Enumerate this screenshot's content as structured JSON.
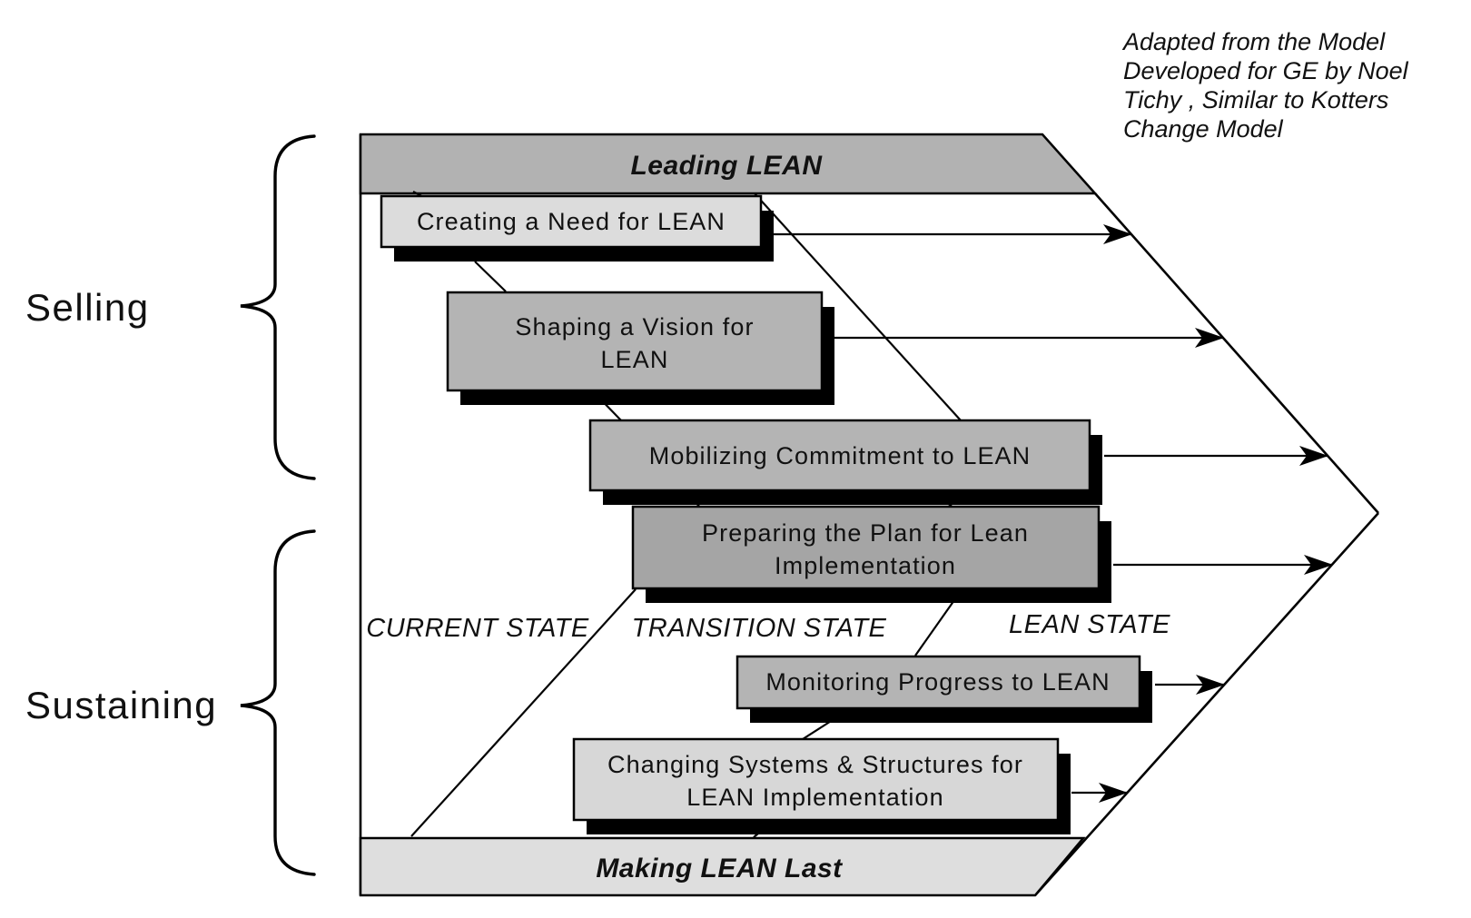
{
  "title_note": {
    "lines": [
      "Adapted from the Model",
      "Developed for GE by Noel",
      "Tichy , Similar to Kotters",
      "Change Model"
    ]
  },
  "header_bar": {
    "label": "Leading LEAN"
  },
  "footer_bar": {
    "label": "Making LEAN Last"
  },
  "side_groups": {
    "selling": "Selling",
    "sustaining": "Sustaining"
  },
  "state_labels": {
    "current": "CURRENT STATE",
    "transition": "TRANSITION STATE",
    "lean": "LEAN STATE"
  },
  "process_boxes": [
    {
      "name": "creating-need",
      "lines": [
        "Creating a Need for LEAN"
      ]
    },
    {
      "name": "shaping-vision",
      "lines": [
        "Shaping a Vision for",
        "LEAN"
      ]
    },
    {
      "name": "mobilizing-commitment",
      "lines": [
        "Mobilizing Commitment to LEAN"
      ]
    },
    {
      "name": "preparing-plan",
      "lines": [
        "Preparing the Plan for Lean",
        "Implementation"
      ]
    },
    {
      "name": "monitoring-progress",
      "lines": [
        "Monitoring Progress to LEAN"
      ]
    },
    {
      "name": "changing-systems",
      "lines": [
        "Changing Systems & Structures for",
        "LEAN Implementation"
      ]
    }
  ],
  "colors": {
    "bar_top": "#b2b2b2",
    "bar_bottom": "#dedede",
    "box_light": "#dcdcdc",
    "box_medium": "#b4b4b4",
    "box_dark": "#a5a5a5",
    "box_light2": "#d7d7d7",
    "shadow": "#000000",
    "line": "#000000"
  }
}
